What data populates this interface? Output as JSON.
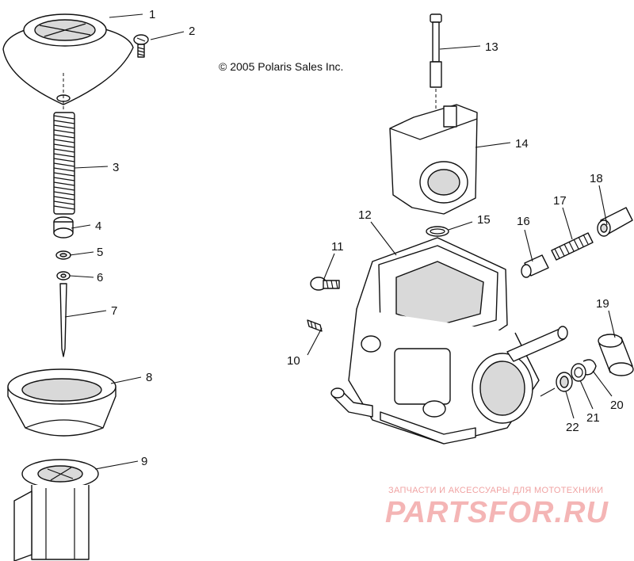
{
  "copyright": "© 2005 Polaris Sales Inc.",
  "watermark": {
    "tagline": "ЗАПЧАСТИ И АКСЕССУАРЫ ДЛЯ МОТОТЕХНИКИ",
    "logo": "PARTSFOR.RU"
  },
  "callouts": {
    "c1": "1",
    "c2": "2",
    "c3": "3",
    "c4": "4",
    "c5": "5",
    "c6": "6",
    "c7": "7",
    "c8": "8",
    "c9": "9",
    "c10": "10",
    "c11": "11",
    "c12": "12",
    "c13": "13",
    "c14": "14",
    "c15": "15",
    "c16": "16",
    "c17": "17",
    "c18": "18",
    "c19": "19",
    "c20": "20",
    "c21": "21",
    "c22": "22"
  }
}
